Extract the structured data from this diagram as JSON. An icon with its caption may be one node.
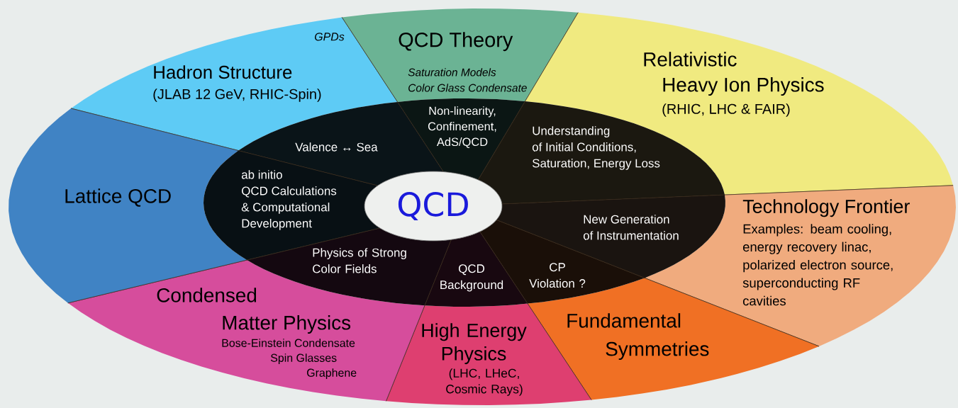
{
  "diagram": {
    "nodes": [
      {
        "text": [
          "Hadron Structure",
          "(JLAB 12 GeV, RHIC-Spin)"
        ]
      },
      {
        "text": [
          "QCD Theory",
          "Saturation Models",
          "Color Glass Condensate"
        ]
      },
      {
        "text": [
          "Relativistic Heavy Ion Physics",
          "(RHIC, LHC & FAIR)"
        ]
      },
      {
        "text": [
          "Technology Frontier",
          "Examples: beam cooling, energy recovery linac, polarized electron source, superconducting RF cavities"
        ]
      },
      {
        "text": [
          "Fundamental Symmetries"
        ]
      },
      {
        "text": [
          "High Energy Physics",
          "(LHC, LHeC, Cosmic Rays)"
        ]
      },
      {
        "text": [
          "Condensed Matter Physics",
          "Bose-Einstein Condensate",
          "Spin Glasses",
          "Graphene"
        ]
      },
      {
        "text": [
          "Lattice QCD"
        ]
      },
      {
        "text": [
          "Valence ↔ Sea"
        ]
      },
      {
        "text": [
          "Non-linearity, Confinement, AdS/QCD"
        ]
      },
      {
        "text": [
          "Understanding of Initial Conditions, Saturation, Energy Loss"
        ]
      },
      {
        "text": [
          "New Generation of Instrumentation"
        ]
      },
      {
        "text": [
          "CP Violation ?"
        ]
      },
      {
        "text": [
          "QCD Background"
        ]
      },
      {
        "text": [
          "Physics of Strong Color Fields"
        ]
      },
      {
        "text": [
          "ab initio QCD Calculations & Computational Development"
        ]
      },
      {
        "text": [
          "QCD"
        ]
      }
    ],
    "labels": [
      "GPDs"
    ]
  }
}
